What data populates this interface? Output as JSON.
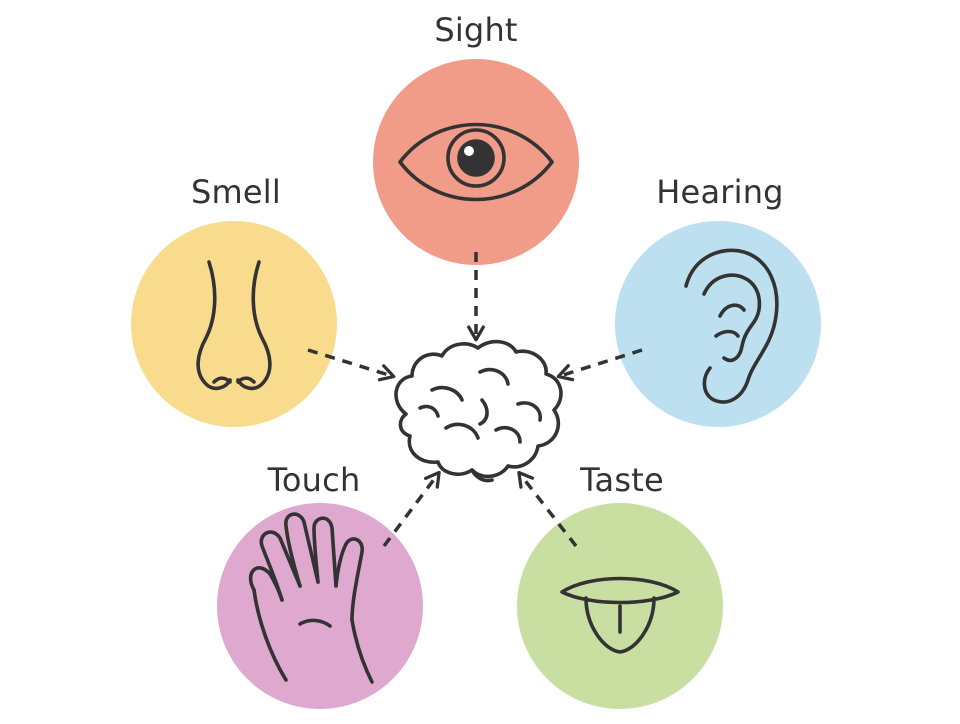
{
  "senses": {
    "sight": {
      "label": "Sight",
      "color": "#F19C89"
    },
    "smell": {
      "label": "Smell",
      "color": "#F9DB8E"
    },
    "hearing": {
      "label": "Hearing",
      "color": "#BDE0F0"
    },
    "touch": {
      "label": "Touch",
      "color": "#DFA8CF"
    },
    "taste": {
      "label": "Taste",
      "color": "#C9DFA2"
    }
  },
  "icons": {
    "sight": "eye-icon",
    "smell": "nose-icon",
    "hearing": "ear-icon",
    "touch": "hand-icon",
    "taste": "tongue-icon",
    "center": "brain-icon"
  },
  "stroke_color": "#333333"
}
